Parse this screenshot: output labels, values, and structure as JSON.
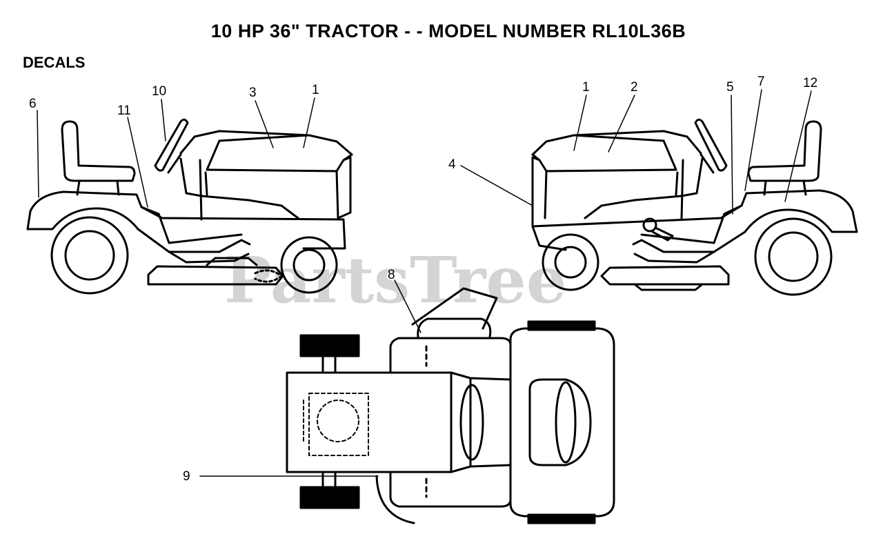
{
  "title": "10 HP 36\" TRACTOR - - MODEL NUMBER RL10L36B",
  "section_label": "DECALS",
  "watermark": "PartsTree",
  "callouts": [
    {
      "id": "left-6",
      "label": "6"
    },
    {
      "id": "left-11",
      "label": "11"
    },
    {
      "id": "left-10",
      "label": "10"
    },
    {
      "id": "left-3",
      "label": "3"
    },
    {
      "id": "left-1",
      "label": "1"
    },
    {
      "id": "right-4",
      "label": "4"
    },
    {
      "id": "right-1",
      "label": "1"
    },
    {
      "id": "right-2",
      "label": "2"
    },
    {
      "id": "right-5",
      "label": "5"
    },
    {
      "id": "right-7",
      "label": "7"
    },
    {
      "id": "right-12",
      "label": "12"
    },
    {
      "id": "top-8",
      "label": "8"
    },
    {
      "id": "top-9",
      "label": "9"
    }
  ]
}
